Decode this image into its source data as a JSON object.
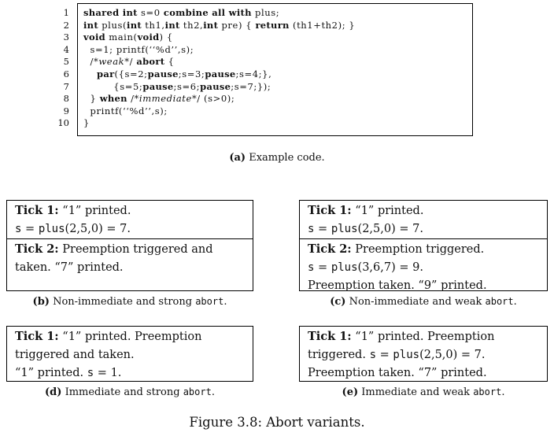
{
  "code_listing": {
    "lines": [
      {
        "no": "1",
        "parts": [
          [
            "kw",
            "shared"
          ],
          [
            "n",
            " "
          ],
          [
            "kw",
            "int"
          ],
          [
            "n",
            " s=0 "
          ],
          [
            "kw",
            "combine all with"
          ],
          [
            "n",
            " plus;"
          ]
        ]
      },
      {
        "no": "2",
        "parts": [
          [
            "kw",
            "int"
          ],
          [
            "n",
            " plus("
          ],
          [
            "kw",
            "int"
          ],
          [
            "n",
            " th1,"
          ],
          [
            "kw",
            "int"
          ],
          [
            "n",
            " th2,"
          ],
          [
            "kw",
            "int"
          ],
          [
            "n",
            " pre) { "
          ],
          [
            "kw",
            "return"
          ],
          [
            "n",
            " (th1+th2); }"
          ]
        ]
      },
      {
        "no": "3",
        "parts": [
          [
            "kw",
            "void"
          ],
          [
            "n",
            " main("
          ],
          [
            "kw",
            "void"
          ],
          [
            "n",
            ") {"
          ]
        ]
      },
      {
        "no": "4",
        "parts": [
          [
            "n",
            "  s=1; printf(‘‘%d’’,s);"
          ]
        ]
      },
      {
        "no": "5",
        "parts": [
          [
            "n",
            "  /*"
          ],
          [
            "it",
            "weak"
          ],
          [
            "n",
            "*/ "
          ],
          [
            "kw",
            "abort"
          ],
          [
            "n",
            " {"
          ]
        ]
      },
      {
        "no": "6",
        "parts": [
          [
            "n",
            "    "
          ],
          [
            "kw",
            "par"
          ],
          [
            "n",
            "({s=2;"
          ],
          [
            "kw",
            "pause"
          ],
          [
            "n",
            ";s=3;"
          ],
          [
            "kw",
            "pause"
          ],
          [
            "n",
            ";s=4;},"
          ]
        ]
      },
      {
        "no": "7",
        "parts": [
          [
            "n",
            "         {s=5;"
          ],
          [
            "kw",
            "pause"
          ],
          [
            "n",
            ";s=6;"
          ],
          [
            "kw",
            "pause"
          ],
          [
            "n",
            ";s=7;});"
          ]
        ]
      },
      {
        "no": "8",
        "parts": [
          [
            "n",
            "  } "
          ],
          [
            "kw",
            "when"
          ],
          [
            "n",
            " /*"
          ],
          [
            "it",
            "immediate"
          ],
          [
            "n",
            "*/ (s>0);"
          ]
        ]
      },
      {
        "no": "9",
        "parts": [
          [
            "n",
            "  printf(‘‘%d’’,s);"
          ]
        ]
      },
      {
        "no": "10",
        "parts": [
          [
            "n",
            "}"
          ]
        ]
      }
    ]
  },
  "subcaptions": {
    "a": {
      "tag": "(a)",
      "text": "Example code."
    },
    "b": {
      "tag": "(b)",
      "text": "Non-immediate and strong ",
      "code": "abort",
      "end": "."
    },
    "c": {
      "tag": "(c)",
      "text": "Non-immediate and weak ",
      "code": "abort",
      "end": "."
    },
    "d": {
      "tag": "(d)",
      "text": "Immediate and strong ",
      "code": "abort",
      "end": "."
    },
    "e": {
      "tag": "(e)",
      "text": "Immediate and weak ",
      "code": "abort",
      "end": "."
    }
  },
  "panels": {
    "b": {
      "tick1": {
        "label": "Tick 1:",
        "l1": " “1” printed.",
        "l2_code": "s",
        "l2_a": " = ",
        "l2_code2": "plus",
        "l2_b": "(2,5,0) = 7."
      },
      "tick2": {
        "label": "Tick 2:",
        "l1": " Preemption triggered and",
        "l2": "taken. “7” printed."
      }
    },
    "c": {
      "tick1": {
        "label": "Tick 1:",
        "l1": " “1” printed.",
        "l2_code": "s",
        "l2_a": " = ",
        "l2_code2": "plus",
        "l2_b": "(2,5,0) = 7."
      },
      "tick2": {
        "label": "Tick 2:",
        "l1": " Preemption triggered.",
        "l2_code": "s",
        "l2_a": " = ",
        "l2_code2": "plus",
        "l2_b": "(3,6,7) = 9.",
        "l3": "Preemption taken. “9” printed."
      }
    },
    "d": {
      "tick1": {
        "label": "Tick 1:",
        "l1": " “1” printed. Preemption",
        "l2": "triggered and taken.",
        "l3_a": "“1” printed. ",
        "l3_code": "s",
        "l3_b": " = 1."
      }
    },
    "e": {
      "tick1": {
        "label": "Tick 1:",
        "l1": " “1” printed. Preemption",
        "l2_a": "triggered. ",
        "l2_code": "s",
        "l2_b": " = ",
        "l2_code2": "plus",
        "l2_c": "(2,5,0) = 7.",
        "l3": "Preemption taken. “7” printed."
      }
    }
  },
  "figure_caption": "Figure 3.8: Abort variants."
}
